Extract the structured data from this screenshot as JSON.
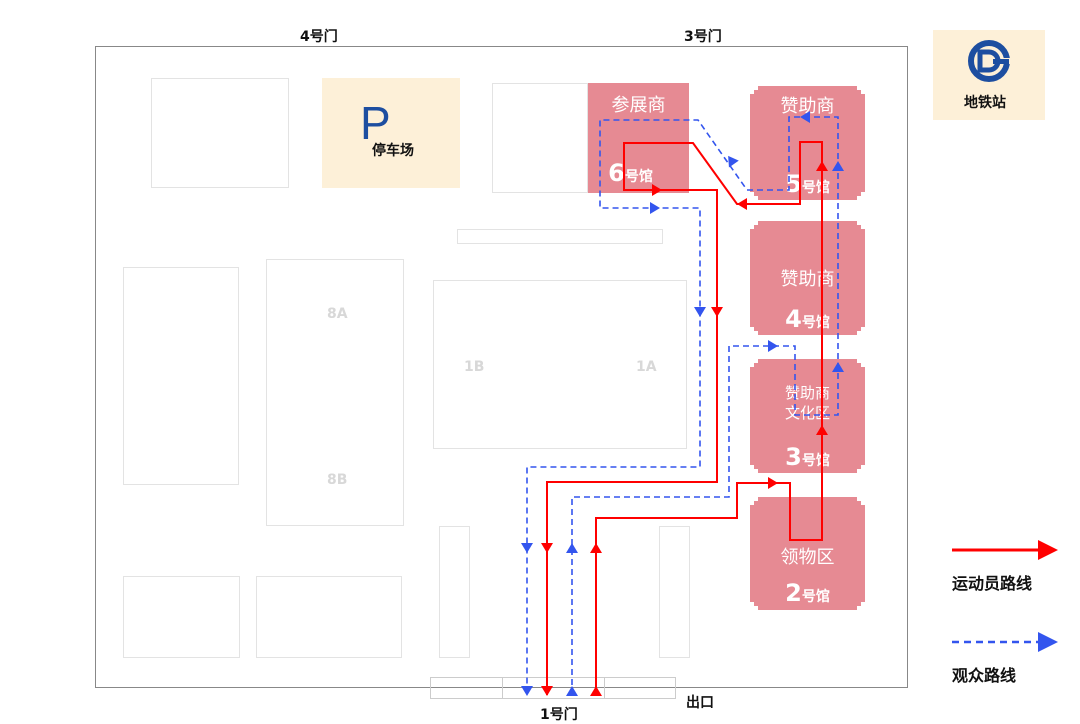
{
  "gates": {
    "gate4": "4号门",
    "gate3": "3号门",
    "gate1": "1号门",
    "exit": "出口"
  },
  "parking": {
    "symbol": "P",
    "label": "停车场"
  },
  "subway": {
    "label": "地铁站",
    "icon": "beijing-subway-logo"
  },
  "buildings": {
    "b8a": "8A",
    "b8b": "8B",
    "b1a": "1A",
    "b1b": "1B"
  },
  "halls": [
    {
      "name": "参展商",
      "num": "6",
      "suffix": "号馆"
    },
    {
      "name": "赞助商",
      "num": "5",
      "suffix": "号馆"
    },
    {
      "name": "赞助商",
      "num": "4",
      "suffix": "号馆"
    },
    {
      "name_line1": "赞助商",
      "name_line2": "文化区",
      "num": "3",
      "suffix": "号馆"
    },
    {
      "name": "领物区",
      "num": "2",
      "suffix": "号馆"
    }
  ],
  "legend": {
    "athlete": {
      "label": "运动员路线",
      "color": "#ff0000"
    },
    "audience": {
      "label": "观众路线",
      "color": "#3355ee"
    }
  },
  "colors": {
    "hall": "#e68a93",
    "parking_bg": "#fdf0d8"
  }
}
